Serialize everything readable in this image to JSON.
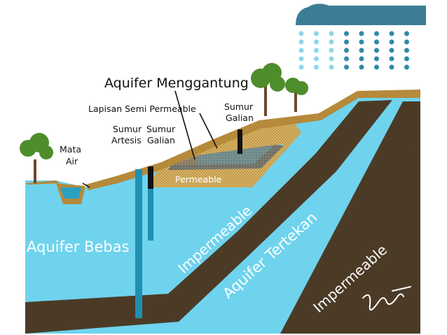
{
  "labels": {
    "title": "Aquifer Menggantung",
    "semi_permeable": "Lapisan Semi Permeable",
    "sumur_galian_top": [
      "Sumur",
      "Galian"
    ],
    "sumur_artesis": [
      "Sumur",
      "Artesis"
    ],
    "sumur_galian_mid": [
      "Sumur",
      "Galian"
    ],
    "mata_air": [
      "Mata",
      "Air"
    ],
    "permeable": "Permeable",
    "aquifer_bebas": "Aquifer Bebas",
    "impermeable_1": "Impermeable",
    "aquifer_tertekan": "Aquifer Tertekan",
    "impermeable_2": "Impermeable"
  },
  "colors": {
    "water": "#6fd3ee",
    "dark_soil": "#4b3b26",
    "surface": "#b58a3a",
    "permeable_sand": "#d8b466",
    "semi_permeable": "#7a7a70",
    "well_blue": "#1f8fb2",
    "cloud": "#3c7d96",
    "rain_dark": "#2e8aa6",
    "rain_light": "#8fd6ea",
    "tree": "#4e8d2c",
    "trunk": "#6a4a2a",
    "label_text": "#111111",
    "in_layer_text": "#ffffff"
  },
  "icons": [
    "rain-cloud-icon",
    "tree-icon",
    "signature-mark"
  ]
}
